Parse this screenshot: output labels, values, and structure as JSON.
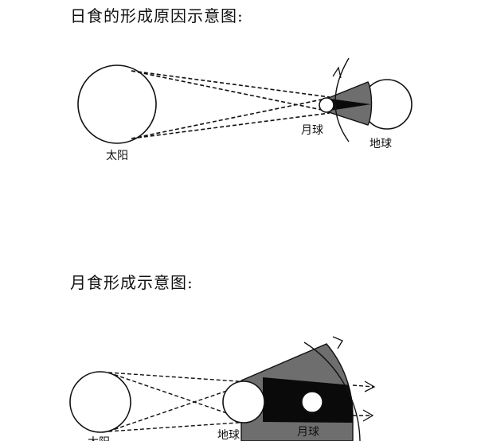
{
  "solar_eclipse": {
    "title": "日食的形成原因示意图:",
    "labels": {
      "sun": "太阳",
      "moon": "月球",
      "earth": "地球"
    }
  },
  "lunar_eclipse": {
    "title": "月食形成示意图:",
    "labels": {
      "sun": "太阳",
      "earth": "地球",
      "moon": "月球"
    }
  },
  "colors": {
    "line": "#111111",
    "penumbra": "#6e6e6e",
    "umbra": "#0a0a0a",
    "body_fill": "#ffffff"
  }
}
